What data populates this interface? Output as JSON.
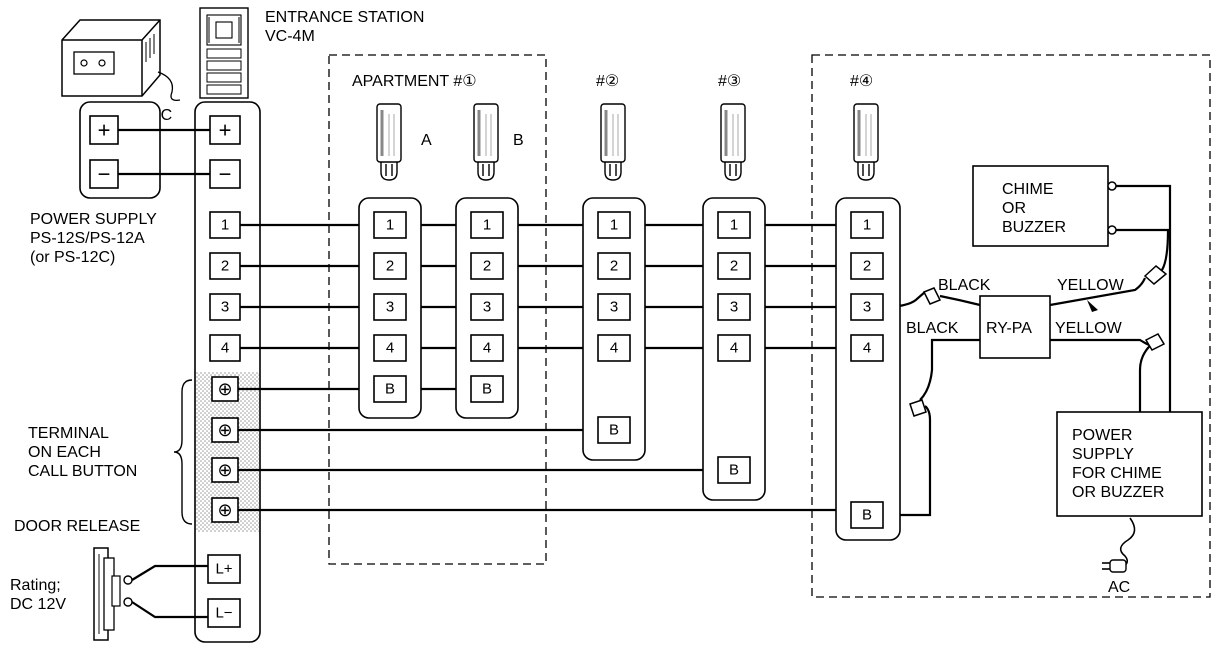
{
  "labels": {
    "entrance_station": "ENTRANCE STATION",
    "entrance_model": "VC-4M",
    "ac_top": "AC",
    "power_supply": "POWER SUPPLY",
    "power_supply_models": "PS-12S/PS-12A",
    "power_supply_alt": "(or PS-12C)",
    "terminal_line1": "TERMINAL",
    "terminal_line2": "ON EACH",
    "terminal_line3": "CALL BUTTON",
    "door_release": "DOOR RELEASE",
    "rating_line1": "Rating;",
    "rating_line2": "DC 12V",
    "apartment1": "APARTMENT #①",
    "apartment2": "#②",
    "apartment3": "#③",
    "apartment4": "#④",
    "handset_a": "A",
    "handset_b": "B",
    "chime_line1": "CHIME",
    "chime_line2": "OR",
    "chime_line3": "BUZZER",
    "black_upper": "BLACK",
    "black_lower": "BLACK",
    "yellow_upper": "YELLOW",
    "yellow_lower": "YELLOW",
    "relay": "RY-PA",
    "ps_chime_line1": "POWER",
    "ps_chime_line2": "SUPPLY",
    "ps_chime_line3": "FOR CHIME",
    "ps_chime_line4": "OR BUZZER",
    "ac_bottom": "AC"
  },
  "terminals": {
    "plus": "+",
    "minus": "−",
    "t1": "1",
    "t2": "2",
    "t3": "3",
    "t4": "4",
    "call": "B",
    "screw": "⊕",
    "l_plus": "L+",
    "l_minus": "L−"
  },
  "colors": {
    "line": "#000000",
    "background": "#ffffff",
    "stipple": "#bdbdbd"
  }
}
